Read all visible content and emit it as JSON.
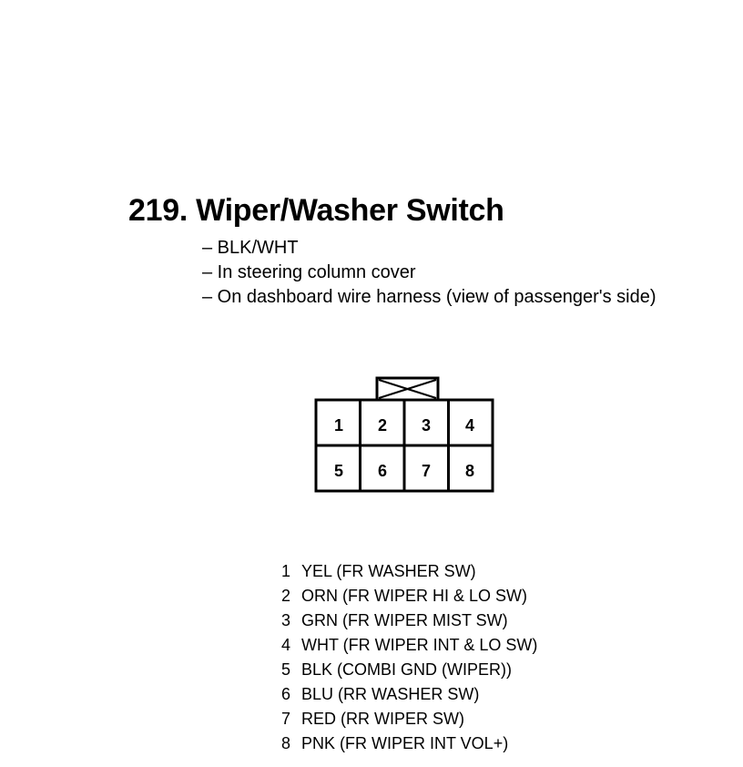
{
  "title": "219. Wiper/Washer Switch",
  "notes": [
    "– BLK/WHT",
    "– In steering column cover",
    "– On dashboard wire harness (view of passenger's side)"
  ],
  "connector": {
    "pins_top": [
      "1",
      "2",
      "3",
      "4"
    ],
    "pins_bottom": [
      "5",
      "6",
      "7",
      "8"
    ]
  },
  "pinout": [
    {
      "num": "1",
      "desc": "YEL (FR WASHER SW)"
    },
    {
      "num": "2",
      "desc": "ORN (FR WIPER HI & LO SW)"
    },
    {
      "num": "3",
      "desc": "GRN (FR WIPER MIST SW)"
    },
    {
      "num": "4",
      "desc": "WHT (FR WIPER INT & LO SW)"
    },
    {
      "num": "5",
      "desc": "BLK (COMBI GND (WIPER))"
    },
    {
      "num": "6",
      "desc": "BLU (RR WASHER SW)"
    },
    {
      "num": "7",
      "desc": "RED (RR WIPER SW)"
    },
    {
      "num": "8",
      "desc": "PNK (FR WIPER INT VOL+)"
    }
  ]
}
